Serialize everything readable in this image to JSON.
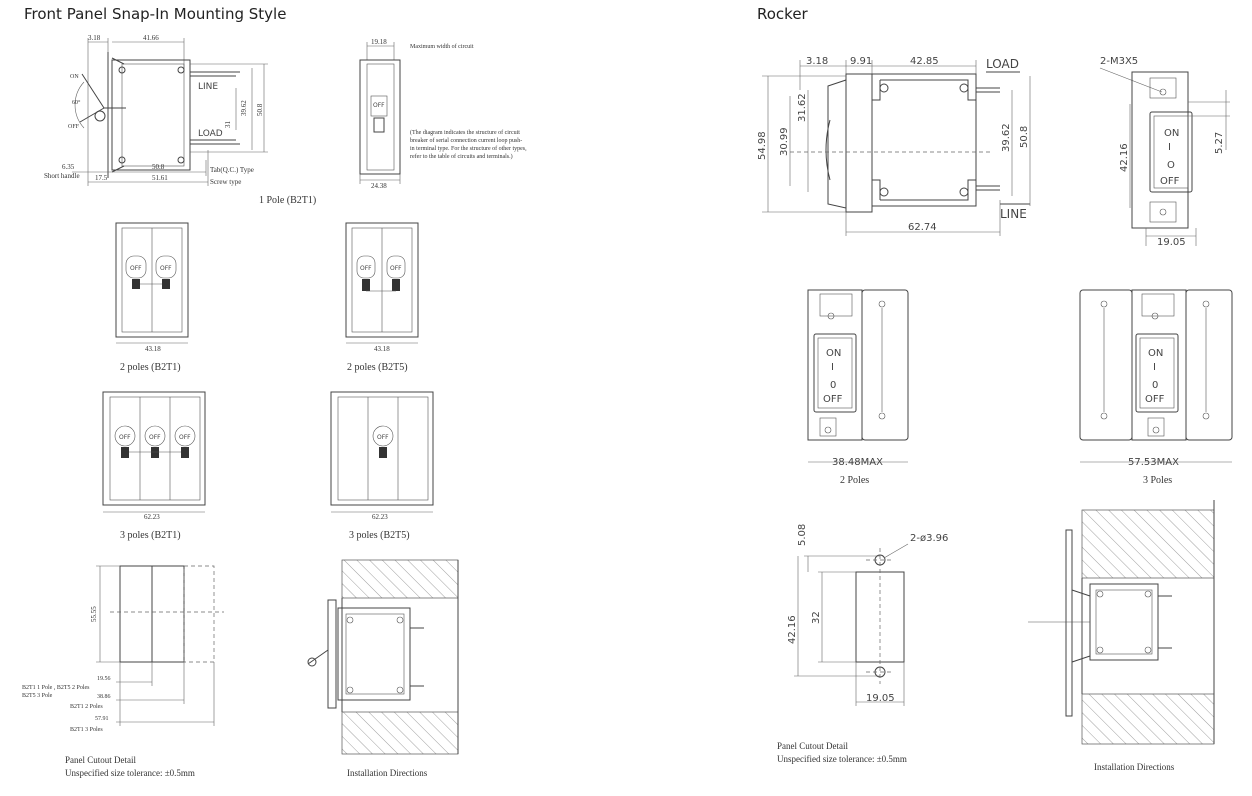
{
  "headers": {
    "left": "Front Panel Snap-In Mounting Style",
    "right": "Rocker"
  },
  "snap_in": {
    "one_pole": {
      "dims": [
        "3.18",
        "41.66",
        "39.62",
        "50.8",
        "31",
        "6.35",
        "50.8",
        "17.5",
        "51.61",
        "19.18",
        "24.38"
      ],
      "labels": {
        "on": "ON",
        "angle": "60°",
        "off": "OFF",
        "line": "LINE",
        "load": "LOAD",
        "short_handle": "Short handle",
        "tab_type": "Tab(Q.C.) Type",
        "screw_type": "Screw type",
        "max_width": "Maximum width of circuit",
        "note1": "(The diagram indicates the structure of circuit",
        "note2": "breaker of serial connection current loop push-",
        "note3": "in terminal type. For the structure of other types,",
        "note4": "refer to the table of circuits and terminals.)",
        "toggle": "OFF"
      },
      "caption": "1 Pole (B2T1)"
    },
    "two_poles_b2t1": {
      "dim": "43.18",
      "caption": "2 poles (B2T1)",
      "toggle": "OFF"
    },
    "two_poles_b2t5": {
      "dim": "43.18",
      "caption": "2 poles (B2T5)",
      "toggle": "OFF"
    },
    "three_poles_b2t1": {
      "dim": "62.23",
      "caption": "3 poles (B2T1)",
      "toggle": "OFF"
    },
    "three_poles_b2t5": {
      "dim": "62.23",
      "caption": "3 poles (B2T5)",
      "toggle": "OFF"
    },
    "cutout": {
      "height_dim": "55.55",
      "dims": [
        "19.56",
        "38.86",
        "57.91"
      ],
      "labels": [
        "B2T1 1 Pole ,  B2T5 2 Poles",
        "B2T5 3 Pole",
        "B2T1 2 Poles",
        "B2T1 3 Poles"
      ],
      "title": "Panel Cutout Detail",
      "tolerance": "Unspecified size tolerance: ±0.5mm"
    },
    "install_caption": "Installation Directions"
  },
  "rocker": {
    "side": {
      "dims": [
        "3.18",
        "9.91",
        "42.85",
        "30.99",
        "31.62",
        "54.98",
        "39.62",
        "50.8",
        "62.74"
      ],
      "load": "LOAD",
      "line": "LINE"
    },
    "front": {
      "screw": "2-M3X5",
      "dims": [
        "42.16",
        "5.27",
        "19.05"
      ],
      "on": "ON",
      "on_mark": "I",
      "off_mark": "O",
      "off": "OFF"
    },
    "two_poles": {
      "dim": "38.48MAX",
      "caption": "2 Poles",
      "on": "ON",
      "on_mark": "I",
      "off_mark": "0",
      "off": "OFF"
    },
    "three_poles": {
      "dim": "57.53MAX",
      "caption": "3 Poles",
      "on": "ON",
      "on_mark": "I",
      "off_mark": "0",
      "off": "OFF"
    },
    "cutout": {
      "dims": [
        "5.08",
        "2-ø3.96",
        "42.16",
        "32",
        "19.05"
      ],
      "title": "Panel Cutout Detail",
      "tolerance": "Unspecified size tolerance: ±0.5mm"
    },
    "install_caption": "Installation Directions"
  }
}
